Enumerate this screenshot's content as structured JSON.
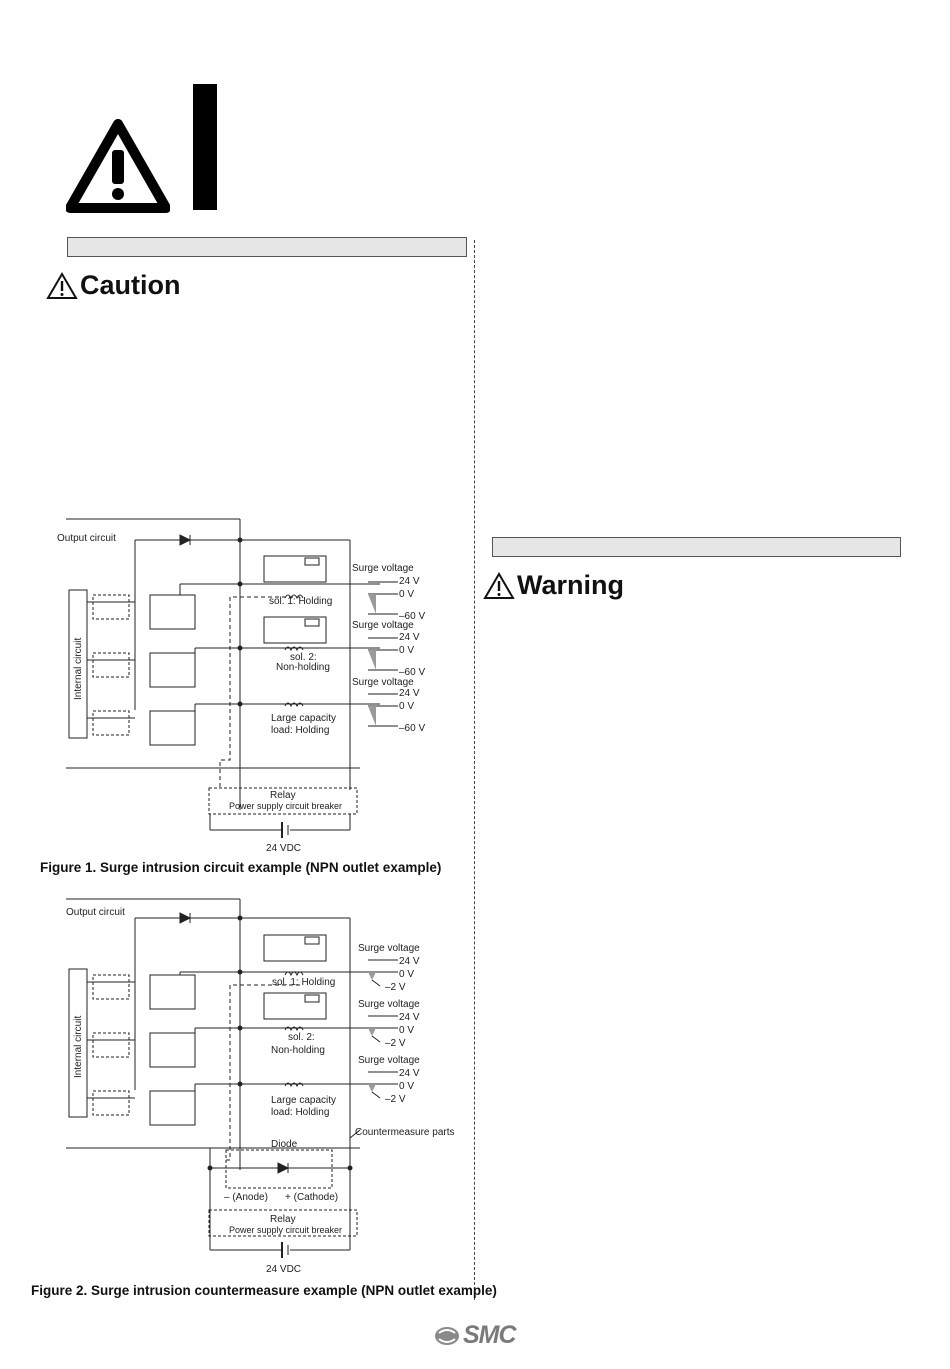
{
  "header": {
    "warning_icon": "warning-triangle-icon"
  },
  "left_column": {
    "caution_heading": "Caution",
    "figure1": {
      "output_circuit": "Output circuit",
      "internal_circuit": "Internal circuit",
      "sol1": "sol. 1: Holding",
      "sol2_line1": "sol. 2:",
      "sol2_line2": "Non-holding",
      "load_line1": "Large capacity",
      "load_line2": "load: Holding",
      "surge_voltage": "Surge voltage",
      "v24": "24 V",
      "v0": "0 V",
      "vneg60": "–60 V",
      "relay": "Relay",
      "breaker": "Power supply circuit breaker",
      "vdc": "24 VDC",
      "caption": "Figure 1. Surge intrusion circuit example (NPN outlet example)"
    },
    "figure2": {
      "output_circuit": "Output circuit",
      "internal_circuit": "Internal circuit",
      "sol1": "sol. 1: Holding",
      "sol2_line1": "sol. 2:",
      "sol2_line2": "Non-holding",
      "load_line1": "Large capacity",
      "load_line2": "load: Holding",
      "surge_voltage": "Surge voltage",
      "v24": "24 V",
      "v0": "0 V",
      "vneg2": "–2 V",
      "diode": "Diode",
      "countermeasure": "Countermeasure parts",
      "anode": "– (Anode)",
      "cathode": "+ (Cathode)",
      "relay": "Relay",
      "breaker": "Power supply circuit breaker",
      "vdc": "24 VDC",
      "caption": "Figure 2. Surge intrusion countermeasure example (NPN outlet example)"
    }
  },
  "right_column": {
    "warning_heading": "Warning"
  },
  "footer": {
    "logo_text": "SMC"
  }
}
